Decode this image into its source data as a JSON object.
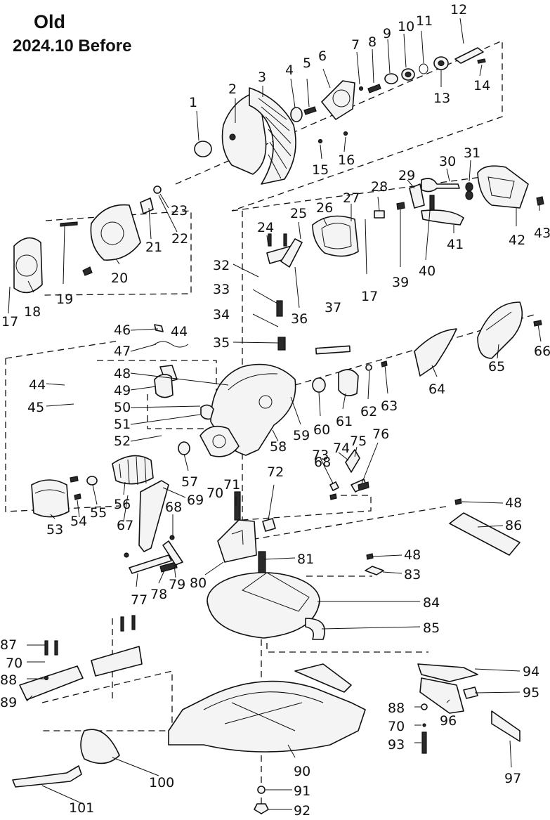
{
  "title": {
    "line1": "Old",
    "line2": "2024.10 Before"
  },
  "parts": [
    {
      "id": "1",
      "label": "1"
    },
    {
      "id": "2",
      "label": "2"
    },
    {
      "id": "3",
      "label": "3"
    },
    {
      "id": "4",
      "label": "4"
    },
    {
      "id": "5",
      "label": "5"
    },
    {
      "id": "6",
      "label": "6"
    },
    {
      "id": "7",
      "label": "7"
    },
    {
      "id": "8",
      "label": "8"
    },
    {
      "id": "9",
      "label": "9"
    },
    {
      "id": "10",
      "label": "10"
    },
    {
      "id": "11",
      "label": "11"
    },
    {
      "id": "12",
      "label": "12"
    },
    {
      "id": "13",
      "label": "13"
    },
    {
      "id": "14",
      "label": "14"
    },
    {
      "id": "15",
      "label": "15"
    },
    {
      "id": "16",
      "label": "16"
    },
    {
      "id": "17a",
      "label": "17"
    },
    {
      "id": "17b",
      "label": "17"
    },
    {
      "id": "18",
      "label": "18"
    },
    {
      "id": "19",
      "label": "19"
    },
    {
      "id": "20",
      "label": "20"
    },
    {
      "id": "21",
      "label": "21"
    },
    {
      "id": "22",
      "label": "22"
    },
    {
      "id": "23",
      "label": "23"
    },
    {
      "id": "24",
      "label": "24"
    },
    {
      "id": "25",
      "label": "25"
    },
    {
      "id": "26",
      "label": "26"
    },
    {
      "id": "27",
      "label": "27"
    },
    {
      "id": "28",
      "label": "28"
    },
    {
      "id": "29",
      "label": "29"
    },
    {
      "id": "30",
      "label": "30"
    },
    {
      "id": "31",
      "label": "31"
    },
    {
      "id": "32",
      "label": "32"
    },
    {
      "id": "33",
      "label": "33"
    },
    {
      "id": "34",
      "label": "34"
    },
    {
      "id": "35",
      "label": "35"
    },
    {
      "id": "36",
      "label": "36"
    },
    {
      "id": "37",
      "label": "37"
    },
    {
      "id": "39",
      "label": "39"
    },
    {
      "id": "40",
      "label": "40"
    },
    {
      "id": "41",
      "label": "41"
    },
    {
      "id": "42",
      "label": "42"
    },
    {
      "id": "43",
      "label": "43"
    },
    {
      "id": "44a",
      "label": "44"
    },
    {
      "id": "44b",
      "label": "44"
    },
    {
      "id": "45",
      "label": "45"
    },
    {
      "id": "46",
      "label": "46"
    },
    {
      "id": "47",
      "label": "47"
    },
    {
      "id": "48a",
      "label": "48"
    },
    {
      "id": "48b",
      "label": "48"
    },
    {
      "id": "48c",
      "label": "48"
    },
    {
      "id": "49",
      "label": "49"
    },
    {
      "id": "50",
      "label": "50"
    },
    {
      "id": "51",
      "label": "51"
    },
    {
      "id": "52",
      "label": "52"
    },
    {
      "id": "53",
      "label": "53"
    },
    {
      "id": "54",
      "label": "54"
    },
    {
      "id": "55",
      "label": "55"
    },
    {
      "id": "56",
      "label": "56"
    },
    {
      "id": "57",
      "label": "57"
    },
    {
      "id": "58",
      "label": "58"
    },
    {
      "id": "59",
      "label": "59"
    },
    {
      "id": "60",
      "label": "60"
    },
    {
      "id": "61",
      "label": "61"
    },
    {
      "id": "62",
      "label": "62"
    },
    {
      "id": "63",
      "label": "63"
    },
    {
      "id": "64",
      "label": "64"
    },
    {
      "id": "65",
      "label": "65"
    },
    {
      "id": "66",
      "label": "66"
    },
    {
      "id": "67",
      "label": "67"
    },
    {
      "id": "68a",
      "label": "68"
    },
    {
      "id": "68b",
      "label": "68"
    },
    {
      "id": "69",
      "label": "69"
    },
    {
      "id": "70a",
      "label": "70"
    },
    {
      "id": "70b",
      "label": "70"
    },
    {
      "id": "70c",
      "label": "70"
    },
    {
      "id": "71",
      "label": "71"
    },
    {
      "id": "72",
      "label": "72"
    },
    {
      "id": "73",
      "label": "73"
    },
    {
      "id": "74",
      "label": "74"
    },
    {
      "id": "75",
      "label": "75"
    },
    {
      "id": "76",
      "label": "76"
    },
    {
      "id": "77",
      "label": "77"
    },
    {
      "id": "78",
      "label": "78"
    },
    {
      "id": "79",
      "label": "79"
    },
    {
      "id": "80",
      "label": "80"
    },
    {
      "id": "81",
      "label": "81"
    },
    {
      "id": "83",
      "label": "83"
    },
    {
      "id": "84",
      "label": "84"
    },
    {
      "id": "85",
      "label": "85"
    },
    {
      "id": "86",
      "label": "86"
    },
    {
      "id": "87",
      "label": "87"
    },
    {
      "id": "88a",
      "label": "88"
    },
    {
      "id": "88b",
      "label": "88"
    },
    {
      "id": "89",
      "label": "89"
    },
    {
      "id": "90",
      "label": "90"
    },
    {
      "id": "91",
      "label": "91"
    },
    {
      "id": "92",
      "label": "92"
    },
    {
      "id": "93",
      "label": "93"
    },
    {
      "id": "94",
      "label": "94"
    },
    {
      "id": "95",
      "label": "95"
    },
    {
      "id": "96",
      "label": "96"
    },
    {
      "id": "97",
      "label": "97"
    },
    {
      "id": "100",
      "label": "100"
    },
    {
      "id": "101",
      "label": "101"
    }
  ]
}
